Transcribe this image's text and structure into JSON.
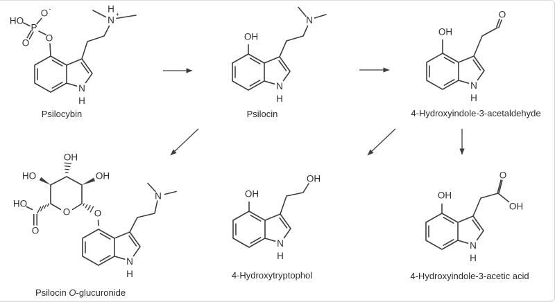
{
  "scheme": {
    "description_type": "reaction-scheme",
    "compounds": {
      "psilocybin": {
        "name": "Psilocybin"
      },
      "psilocin": {
        "name": "Psilocin"
      },
      "acetaldehyde": {
        "name": "4-Hydroxyindole-3-acetaldehyde"
      },
      "glucuronide": {
        "name": "Psilocin O-glucuronide",
        "name_prefix": "Psilocin ",
        "name_italic": "O",
        "name_suffix": "-glucuronide"
      },
      "tryptophol": {
        "name": "4-Hydroxytryptophol"
      },
      "acetic_acid": {
        "name": "4-Hydroxyindole-3-acetic acid"
      }
    },
    "arrows": [
      {
        "from": "Psilocybin",
        "to": "Psilocin",
        "direction": "right"
      },
      {
        "from": "Psilocin",
        "to": "4-Hydroxyindole-3-acetaldehyde",
        "direction": "right"
      },
      {
        "from": "Psilocin",
        "to": "Psilocin O-glucuronide",
        "direction": "down-left"
      },
      {
        "from": "4-Hydroxyindole-3-acetaldehyde",
        "to": "4-Hydroxytryptophol",
        "direction": "down-left"
      },
      {
        "from": "4-Hydroxyindole-3-acetaldehyde",
        "to": "4-Hydroxyindole-3-acetic acid",
        "direction": "down"
      }
    ]
  },
  "atoms": {
    "OH": "OH",
    "HO": "HO",
    "O": "O",
    "N": "N",
    "H": "H",
    "P": "P",
    "plus": "+",
    "minus": "-"
  },
  "colors": {
    "bond": "#3d3d3d",
    "text": "#2e2e2e",
    "border": "#d5d5d5",
    "background": "#ffffff"
  }
}
